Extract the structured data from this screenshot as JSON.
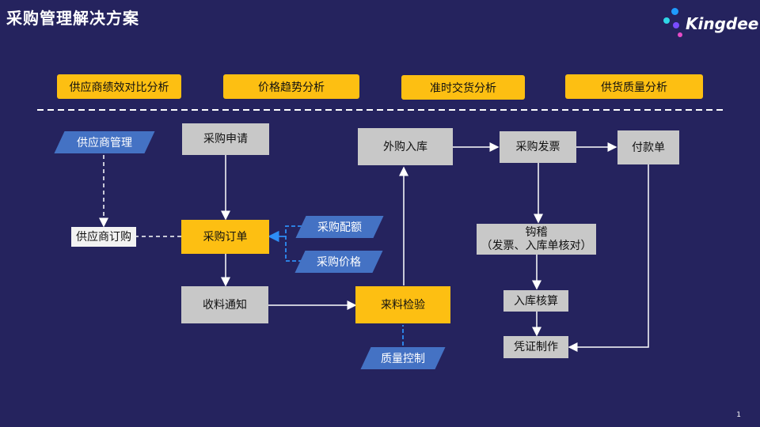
{
  "title": "采购管理解决方案",
  "logo": {
    "text": "Kingdee"
  },
  "analysis_tags": [
    "供应商绩效对比分析",
    "价格趋势分析",
    "准时交货分析",
    "供货质量分析"
  ],
  "nodes": {
    "supplier_mgmt": "供应商管理",
    "supplier_order": "供应商订购",
    "purchase_request": "采购申请",
    "purchase_order": "采购订单",
    "purchase_quota": "采购配额",
    "purchase_price": "采购价格",
    "receipt_notice": "收料通知",
    "incoming_inspection": "来料检验",
    "quality_control": "质量控制",
    "external_receipt": "外购入库",
    "purchase_invoice": "采购发票",
    "payment_order": "付款单",
    "hook_check_line1": "钩稽",
    "hook_check_line2": "（发票、入库单核对）",
    "inventory_accounting": "入库核算",
    "voucher": "凭证制作"
  },
  "colors": {
    "background": "#25235e",
    "accent_yellow": "#fdbf12",
    "process_gray": "#c8c8c8",
    "parallelogram_blue": "#4472c4",
    "connector_blue": "#2e8ef5"
  },
  "page_number": "1"
}
